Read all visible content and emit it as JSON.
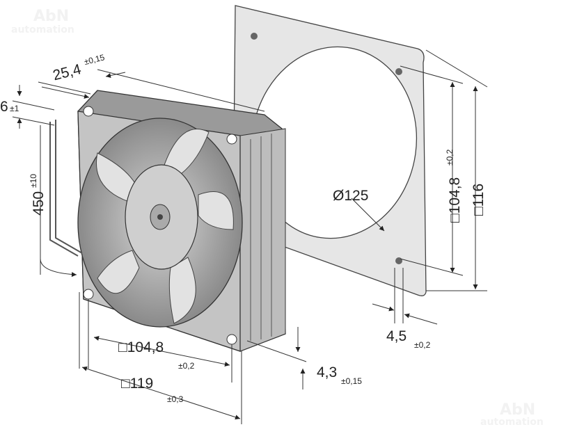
{
  "watermark": {
    "brand": "AbN",
    "sub": "automation"
  },
  "dimensions": {
    "depth": {
      "value": "25,4",
      "tolerance": "±0,15"
    },
    "lead_offset": {
      "value": "6",
      "tolerance": "±1"
    },
    "lead_length": {
      "value": "450",
      "tolerance": "±10"
    },
    "hole_spacing_fan": {
      "value": "□104,8",
      "tolerance": "±0,2"
    },
    "fan_size": {
      "value": "□119",
      "tolerance": "±0,3"
    },
    "hole_diameter_fan": {
      "value": "4,3",
      "tolerance": "±0,15"
    },
    "hole_diameter_plate": {
      "value": "4,5",
      "tolerance": "±0,2"
    },
    "cutout_diameter": {
      "value": "Ø125"
    },
    "hole_spacing_plate": {
      "value": "□104,8",
      "tolerance": "±0,2"
    },
    "plate_size": {
      "value": "□116"
    }
  }
}
